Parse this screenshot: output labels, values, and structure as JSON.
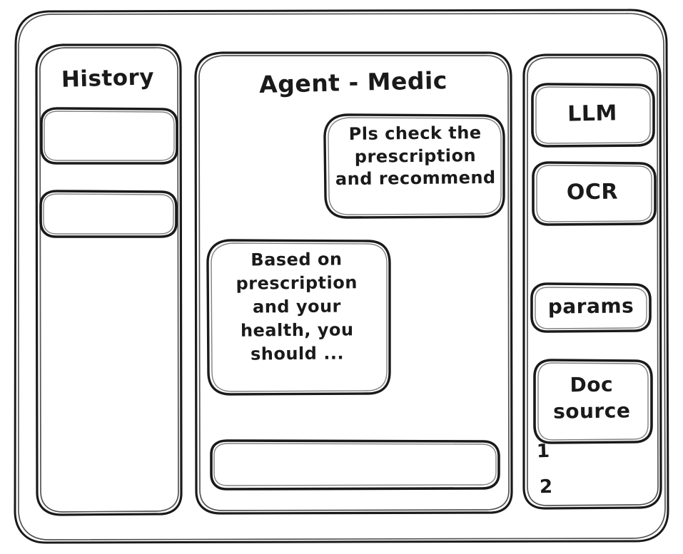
{
  "app": {
    "style": "hand-drawn-wireframe",
    "background_color": "#ffffff",
    "ink_color": "#1a1a1a"
  },
  "sidebar_left": {
    "title": "History",
    "items": [
      {
        "label": "",
        "name": "history-item-1"
      },
      {
        "label": "",
        "name": "history-item-2"
      }
    ]
  },
  "main": {
    "title": "Agent - Medic",
    "messages": [
      {
        "role": "user",
        "text": "Pls check the\nprescription\nand recommend"
      },
      {
        "role": "assistant",
        "text": "Based on\nprescription\nand your\nhealth, you\nshould ..."
      }
    ],
    "composer": {
      "value": "",
      "placeholder": ""
    }
  },
  "sidebar_right": {
    "buttons": [
      {
        "label": "LLM",
        "name": "llm-button"
      },
      {
        "label": "OCR",
        "name": "ocr-button"
      },
      {
        "label": "params",
        "name": "params-button"
      },
      {
        "label": "Doc\nsource",
        "name": "doc-source-button"
      }
    ],
    "source_list": [
      {
        "label": "1"
      },
      {
        "label": "2"
      }
    ]
  }
}
